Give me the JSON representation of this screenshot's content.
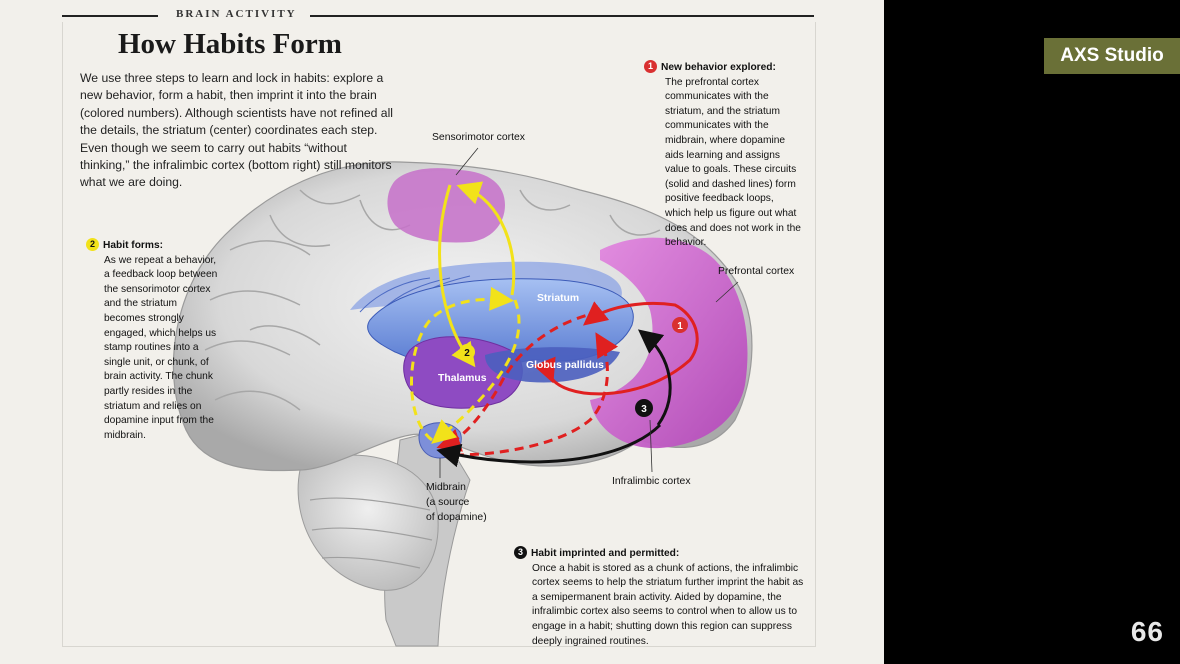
{
  "section_label": "BRAIN ACTIVITY",
  "title": "How Habits Form",
  "intro": "We use three steps to learn and lock in habits: explore a new behavior, form a habit, then imprint it into the brain (colored numbers). Although scientists have not refined all the details, the striatum (center) coordinates each step. Even though we seem to carry out habits “without thinking,” the infralimbic cortex (bottom right) still monitors what we are doing.",
  "callouts": [
    {
      "number": "1",
      "title": "New behavior explored:",
      "body": "The prefrontal cortex communicates with the striatum, and the striatum communicates with the midbrain, where dopamine aids learning and assigns value to goals. These circuits (solid and dashed lines) form positive feedback loops, which help us figure out what does and does not work in the behavior."
    },
    {
      "number": "2",
      "title": "Habit forms:",
      "body": "As we repeat a behavior, a feedback loop between the sensorimotor cortex and the striatum becomes strongly engaged, which helps us stamp routines into a single unit, or chunk, of brain activity. The chunk partly resides in the striatum and relies on dopamine input from the midbrain."
    },
    {
      "number": "3",
      "title": "Habit imprinted and permitted:",
      "body": "Once a habit is stored as a chunk of actions, the infralimbic cortex seems to help the striatum further imprint the habit as a semipermanent brain activity. Aided by dopamine, the infralimbic cortex also seems to control when to allow us to engage in a habit; shutting down this region can suppress deeply ingrained routines."
    }
  ],
  "labels": {
    "sensorimotor": "Sensorimotor cortex",
    "prefrontal": "Prefrontal cortex",
    "striatum": "Striatum",
    "globus": "Globus pallidus",
    "thalamus": "Thalamus",
    "infralimbic": "Infralimbic cortex",
    "midbrain_1": "Midbrain",
    "midbrain_2": "(a source",
    "midbrain_3": "of dopamine)"
  },
  "markers": {
    "one": "1",
    "two": "2",
    "three": "3"
  },
  "brand": "AXS Studio",
  "page_number": "66",
  "colors": {
    "loop1": "#e02020",
    "loop2": "#f2e21a",
    "loop3": "#111111",
    "cortex": "#cc66cc",
    "striatum": "#5b7fd6",
    "brand_bg": "#6a7037"
  }
}
